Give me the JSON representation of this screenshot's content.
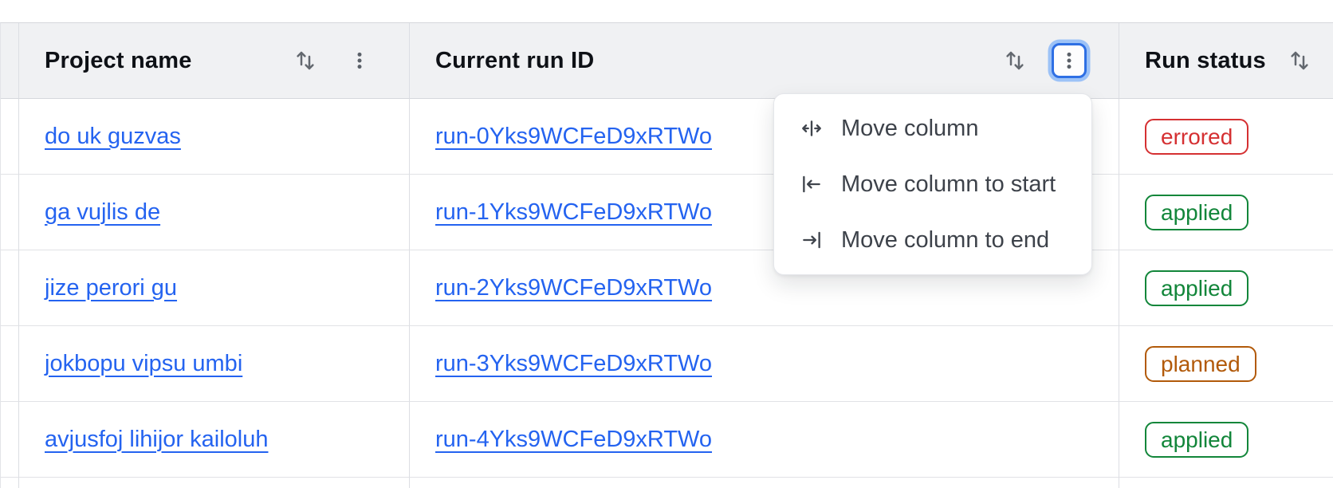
{
  "header": {
    "columns": [
      {
        "label": "Project name",
        "sort_icon": "sort-arrows-icon",
        "menu_icon": "kebab-icon"
      },
      {
        "label": "Current run ID",
        "sort_icon": "sort-arrows-icon",
        "menu_icon": "kebab-icon"
      },
      {
        "label": "Run status",
        "sort_icon": "sort-arrows-icon",
        "menu_icon": "kebab-icon"
      }
    ]
  },
  "rows": [
    {
      "project_name": "do uk guzvas",
      "run_id": "run-0Yks9WCFeD9xRTWo",
      "run_status": "errored"
    },
    {
      "project_name": "ga vujlis de",
      "run_id": "run-1Yks9WCFeD9xRTWo",
      "run_status": "applied"
    },
    {
      "project_name": "jize perori gu",
      "run_id": "run-2Yks9WCFeD9xRTWo",
      "run_status": "applied"
    },
    {
      "project_name": "jokbopu vipsu umbi",
      "run_id": "run-3Yks9WCFeD9xRTWo",
      "run_status": "planned"
    },
    {
      "project_name": "avjusfoj lihijor kailoluh",
      "run_id": "run-4Yks9WCFeD9xRTWo",
      "run_status": "applied"
    }
  ],
  "column_menu": {
    "items": [
      {
        "icon": "move-column-icon",
        "label": "Move column"
      },
      {
        "icon": "move-column-to-start-icon",
        "label": "Move column to start"
      },
      {
        "icon": "move-column-to-end-icon",
        "label": "Move column to end"
      }
    ]
  },
  "colors": {
    "link": "#2463f0",
    "status_errored": "#d53032",
    "status_applied": "#12863a",
    "status_planned": "#b25a0a",
    "focus_ring": "#2e6fe4",
    "header_background": "#f0f1f3"
  }
}
